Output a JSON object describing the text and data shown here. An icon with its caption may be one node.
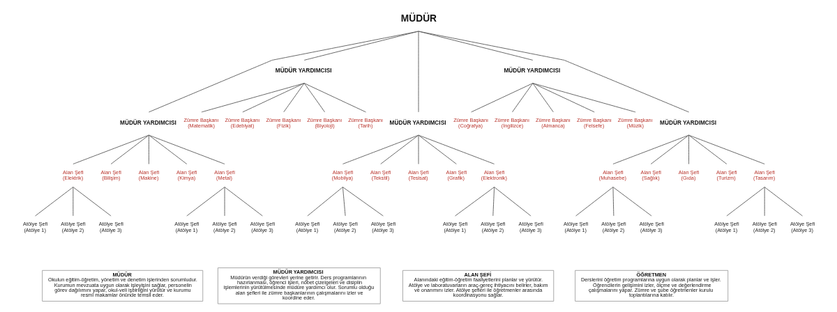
{
  "diagram": {
    "nodes": [
      {
        "text": [
          "MÜDÜR"
        ]
      },
      {
        "text": [
          "MÜDÜR YARDIMCISI"
        ]
      },
      {
        "text": [
          "MÜDÜR YARDIMCISI"
        ]
      },
      {
        "text": [
          "MÜDÜR YARDIMCISI"
        ]
      },
      {
        "text": [
          "MÜDÜR YARDIMCISI"
        ]
      },
      {
        "text": [
          "MÜDÜR YARDIMCISI"
        ]
      },
      {
        "text": [
          "Alan Şefi (Elektrik)"
        ]
      },
      {
        "text": [
          "Alan Şefi (Bilişim)"
        ]
      },
      {
        "text": [
          "Alan Şefi (Makine)"
        ]
      },
      {
        "text": [
          "Alan Şefi (Kimya)"
        ]
      },
      {
        "text": [
          "Alan Şefi (Metal)"
        ]
      },
      {
        "text": [
          "Atölye Şefi (Atölye 1)"
        ]
      },
      {
        "text": [
          "Atölye Şefi (Atölye 2)"
        ]
      },
      {
        "text": [
          "Atölye Şefi (Atölye 3)"
        ]
      },
      {
        "text": [
          "Atölye Şefi (Atölye 1)"
        ]
      },
      {
        "text": [
          "Atölye Şefi (Atölye 2)"
        ]
      },
      {
        "text": [
          "Atölye Şefi (Atölye 3)"
        ]
      },
      {
        "text": [
          "Zümre Başkanı (Matematik)"
        ]
      },
      {
        "text": [
          "Zümre Başkanı (Edebiyat)"
        ]
      },
      {
        "text": [
          "Zümre Başkanı (Fizik)"
        ]
      },
      {
        "text": [
          "Zümre Başkanı (Biyoloji)"
        ]
      },
      {
        "text": [
          "Zümre Başkanı (Tarih)"
        ]
      },
      {
        "text": [
          "Alan Şefi (Mobilya)"
        ]
      },
      {
        "text": [
          "Alan Şefi (Tekstil)"
        ]
      },
      {
        "text": [
          "Alan Şefi (Tesisat)"
        ]
      },
      {
        "text": [
          "Alan Şefi (Grafik)"
        ]
      },
      {
        "text": [
          "Alan Şefi (Elektronik)"
        ]
      },
      {
        "text": [
          "Atölye Şefi (Atölye 1)"
        ]
      },
      {
        "text": [
          "Atölye Şefi (Atölye 2)"
        ]
      },
      {
        "text": [
          "Atölye Şefi (Atölye 3)"
        ]
      },
      {
        "text": [
          "Atölye Şefi (Atölye 1)"
        ]
      },
      {
        "text": [
          "Atölye Şefi (Atölye 2)"
        ]
      },
      {
        "text": [
          "Atölye Şefi (Atölye 3)"
        ]
      },
      {
        "text": [
          "Zümre Başkanı (Coğrafya)"
        ]
      },
      {
        "text": [
          "Zümre Başkanı (İngilizce)"
        ]
      },
      {
        "text": [
          "Zümre Başkanı (Almanca)"
        ]
      },
      {
        "text": [
          "Zümre Başkanı (Felsefe)"
        ]
      },
      {
        "text": [
          "Zümre Başkanı (Müzik)"
        ]
      },
      {
        "text": [
          "Alan Şefi (Muhasebe)"
        ]
      },
      {
        "text": [
          "Alan Şefi (Sağlık)"
        ]
      },
      {
        "text": [
          "Alan Şefi (Gıda)"
        ]
      },
      {
        "text": [
          "Alan Şefi (Turizm)"
        ]
      },
      {
        "text": [
          "Alan Şefi (Tasarım)"
        ]
      },
      {
        "text": [
          "Atölye Şefi (Atölye 1)"
        ]
      },
      {
        "text": [
          "Atölye Şefi (Atölye 2)"
        ]
      },
      {
        "text": [
          "Atölye Şefi (Atölye 3)"
        ]
      },
      {
        "text": [
          "Atölye Şefi (Atölye 1)"
        ]
      },
      {
        "text": [
          "Atölye Şefi (Atölye 2)"
        ]
      },
      {
        "text": [
          "Atölye Şefi (Atölye 3)"
        ]
      },
      {
        "text": [
          "MÜDÜR",
          "Okulun eğitim-öğretim, yönetim ve denetim işlerinden sorumludur. Kurumun mevzuata uygun olarak işleyişini sağlar, personelin görev dağılımını yapar, okul-veli işbirliğini yürütür ve kurumu resmî makamlar önünde temsil eder."
        ]
      },
      {
        "text": [
          "MÜDÜR YARDIMCISI",
          "Müdürün verdiği görevleri yerine getirir. Ders programlarının hazırlanması, öğrenci işleri, nöbet çizelgeleri ve disiplin işlemlerinin yürütülmesinde müdüre yardımcı olur. Sorumlu olduğu alan şefleri ile zümre başkanlarının çalışmalarını izler ve koordine eder."
        ]
      },
      {
        "text": [
          "ALAN ŞEFİ",
          "Alanındaki eğitim-öğretim faaliyetlerini planlar ve yürütür. Atölye ve laboratuvarların araç-gereç ihtiyacını belirler, bakım ve onarımını izler. Atölye şefleri ile öğretmenler arasında koordinasyonu sağlar."
        ]
      },
      {
        "text": [
          "ÖĞRETMEN",
          "Derslerini öğretim programlarına uygun olarak planlar ve işler. Öğrencilerin gelişimini izler, ölçme ve değerlendirme çalışmalarını yapar. Zümre ve şube öğretmenler kurulu toplantılarına katılır."
        ]
      }
    ],
    "edges": [
      {
        "from": 0,
        "to": 1,
        "arrow": "none"
      },
      {
        "from": 0,
        "to": 2,
        "arrow": "none"
      },
      {
        "from": 0,
        "to": 3,
        "arrow": "none"
      },
      {
        "from": 0,
        "to": 4,
        "arrow": "none"
      },
      {
        "from": 0,
        "to": 5,
        "arrow": "none"
      },
      {
        "from": 1,
        "to": 6,
        "arrow": "none"
      },
      {
        "from": 1,
        "to": 7,
        "arrow": "none"
      },
      {
        "from": 1,
        "to": 8,
        "arrow": "none"
      },
      {
        "from": 1,
        "to": 9,
        "arrow": "none"
      },
      {
        "from": 1,
        "to": 10,
        "arrow": "none"
      },
      {
        "from": 6,
        "to": 11,
        "arrow": "none"
      },
      {
        "from": 6,
        "to": 12,
        "arrow": "none"
      },
      {
        "from": 6,
        "to": 13,
        "arrow": "none"
      },
      {
        "from": 10,
        "to": 14,
        "arrow": "none"
      },
      {
        "from": 10,
        "to": 15,
        "arrow": "none"
      },
      {
        "from": 10,
        "to": 16,
        "arrow": "none"
      },
      {
        "from": 2,
        "to": 17,
        "arrow": "none"
      },
      {
        "from": 2,
        "to": 18,
        "arrow": "none"
      },
      {
        "from": 2,
        "to": 19,
        "arrow": "none"
      },
      {
        "from": 2,
        "to": 20,
        "arrow": "none"
      },
      {
        "from": 2,
        "to": 21,
        "arrow": "none"
      },
      {
        "from": 3,
        "to": 22,
        "arrow": "none"
      },
      {
        "from": 3,
        "to": 23,
        "arrow": "none"
      },
      {
        "from": 3,
        "to": 24,
        "arrow": "none"
      },
      {
        "from": 3,
        "to": 25,
        "arrow": "none"
      },
      {
        "from": 3,
        "to": 26,
        "arrow": "none"
      },
      {
        "from": 22,
        "to": 27,
        "arrow": "none"
      },
      {
        "from": 22,
        "to": 28,
        "arrow": "none"
      },
      {
        "from": 22,
        "to": 29,
        "arrow": "none"
      },
      {
        "from": 26,
        "to": 30,
        "arrow": "none"
      },
      {
        "from": 26,
        "to": 31,
        "arrow": "none"
      },
      {
        "from": 26,
        "to": 32,
        "arrow": "none"
      },
      {
        "from": 4,
        "to": 33,
        "arrow": "none"
      },
      {
        "from": 4,
        "to": 34,
        "arrow": "none"
      },
      {
        "from": 4,
        "to": 35,
        "arrow": "none"
      },
      {
        "from": 4,
        "to": 36,
        "arrow": "none"
      },
      {
        "from": 4,
        "to": 37,
        "arrow": "none"
      },
      {
        "from": 5,
        "to": 38,
        "arrow": "none"
      },
      {
        "from": 5,
        "to": 39,
        "arrow": "none"
      },
      {
        "from": 5,
        "to": 40,
        "arrow": "none"
      },
      {
        "from": 5,
        "to": 41,
        "arrow": "none"
      },
      {
        "from": 5,
        "to": 42,
        "arrow": "none"
      },
      {
        "from": 38,
        "to": 43,
        "arrow": "none"
      },
      {
        "from": 38,
        "to": 44,
        "arrow": "none"
      },
      {
        "from": 38,
        "to": 45,
        "arrow": "none"
      },
      {
        "from": 42,
        "to": 46,
        "arrow": "none"
      },
      {
        "from": 42,
        "to": 47,
        "arrow": "none"
      },
      {
        "from": 42,
        "to": 48,
        "arrow": "none"
      }
    ]
  }
}
